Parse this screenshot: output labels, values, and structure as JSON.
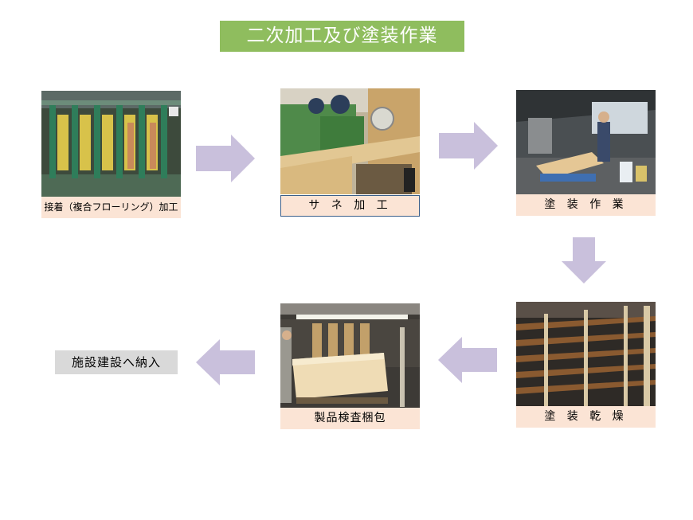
{
  "title": "二次加工及び塗装作業",
  "steps": [
    {
      "label": "接着（複合フローリング）加工"
    },
    {
      "label": "サ ネ 加 工"
    },
    {
      "label": "塗 装 作 業"
    },
    {
      "label": "塗 装 乾 燥"
    },
    {
      "label": "製品検査梱包"
    }
  ],
  "destination": "施設建設へ納入",
  "colors": {
    "title_bg": "#8fbd5e",
    "caption_bg": "#fbe4d5",
    "arrow": "#c9c0dc",
    "destination_bg": "#d9d9d9"
  }
}
